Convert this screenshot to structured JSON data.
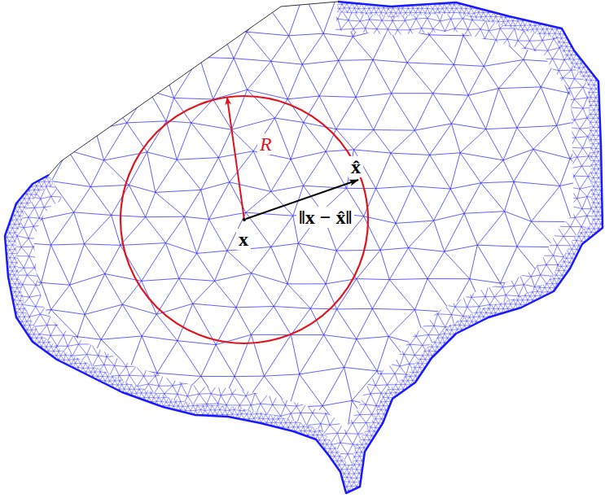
{
  "diagram": {
    "labels": [
      "R",
      "x̂",
      "x",
      "‖x − x̂‖"
    ]
  }
}
